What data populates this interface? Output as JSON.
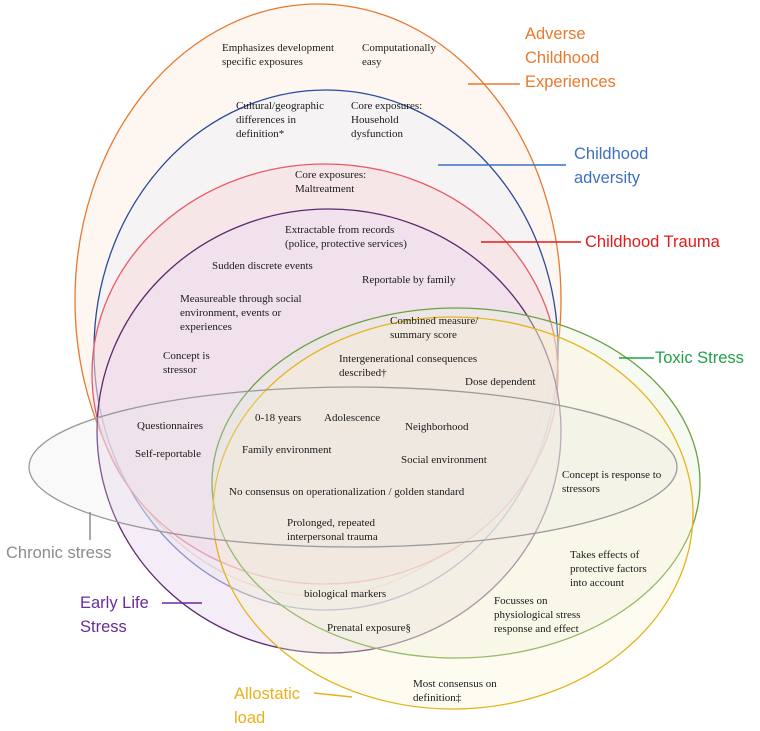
{
  "diagram": {
    "colors": {
      "aces": "#e8792e",
      "childhood_adversity": "#2a4a9b",
      "childhood_trauma": "#e85a66",
      "early_life_stress": "#5a2a6e",
      "toxic_stress": "#6aa13f",
      "allostatic_load": "#e3b41c",
      "chronic_stress": "#9a9a9a",
      "label_aces": "#e8792e",
      "label_adversity": "#3d6fc3",
      "label_trauma": "#e41a1a",
      "label_els": "#6a2b9a",
      "label_toxic": "#21a04a",
      "label_allostatic": "#e8b11a",
      "label_chronic": "#8c8c8c"
    },
    "labels": {
      "aces": "Adverse\nChildhood\nExperiences",
      "childhood_adversity": "Childhood\nadversity",
      "childhood_trauma": "Childhood Trauma",
      "toxic_stress": "Toxic Stress",
      "chronic_stress": "Chronic stress",
      "early_life_stress": "Early Life\nStress",
      "allostatic_load": "Allostatic\nload"
    },
    "texts": {
      "emphasizes": "Emphasizes development\nspecific exposures",
      "computationally": "Computationally\neasy",
      "cultural": "Cultural/geographic\ndifferences in\ndefinition*",
      "core_household": "Core exposures:\nHousehold\ndysfunction",
      "core_maltreatment": "Core exposures:\nMaltreatment",
      "extractable": "Extractable from records\n(police, protective services)",
      "sudden": "Sudden discrete events",
      "reportable": "Reportable by family",
      "measureable": "Measureable through social\nenvironment, events or\nexperiences",
      "combined": "Combined measure/\nsummary score",
      "concept_stressor": "Concept is\nstressor",
      "intergenerational": "Intergenerational consequences\ndescribed†",
      "dose": "Dose dependent",
      "questionnaires": "Questionnaires",
      "self_reportable": "Self-reportable",
      "years": "0-18 years",
      "adolescence": "Adolescence",
      "neighborhood": "Neighborhood",
      "family": "Family environment",
      "social": "Social environment",
      "concept_response": "Concept is response to\nstressors",
      "no_consensus": "No consensus on operationalization / golden standard",
      "prolonged": "Prolonged, repeated\ninterpersonal trauma",
      "takes_effects": "Takes effects of\nprotective factors\ninto account",
      "biological": "biological markers",
      "focusses": "Focusses on\nphysiological stress\nresponse and effect",
      "prenatal": "Prenatal exposure§",
      "most_consensus": "Most consensus on\ndefinition‡"
    }
  }
}
